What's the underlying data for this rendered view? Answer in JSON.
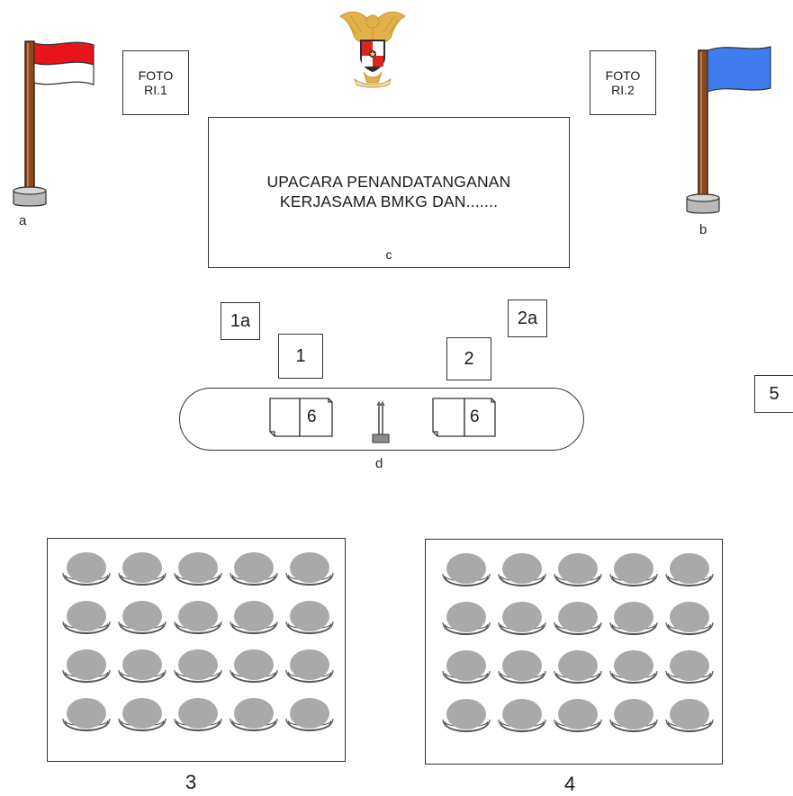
{
  "emblem": {
    "icon": "garuda-pancasila-emblem"
  },
  "flags": [
    {
      "label": "a",
      "colors": [
        "#e8141b",
        "#ffffff"
      ]
    },
    {
      "label": "b",
      "colors": [
        "#3f7cf0"
      ]
    }
  ],
  "photos": [
    {
      "text": "FOTO\nRI.1"
    },
    {
      "text": "FOTO\nRI.2"
    }
  ],
  "banner": {
    "text": "UPACARA PENANDATANGANAN\nKERJASAMA BMKG DAN.......",
    "label": "c"
  },
  "positions": {
    "p1": "1",
    "p1a": "1a",
    "p2": "2",
    "p2a": "2a",
    "p5": "5"
  },
  "documents": [
    {
      "label": "6"
    },
    {
      "label": "6"
    }
  ],
  "table": {
    "label": "d"
  },
  "halls": [
    {
      "label": "3",
      "rows": 4,
      "cols": 5
    },
    {
      "label": "4",
      "rows": 4,
      "cols": 5
    }
  ],
  "colors": {
    "seat": "#a9a9a9",
    "pole": "#8a4a1e",
    "stand": "#b9b9b9"
  }
}
